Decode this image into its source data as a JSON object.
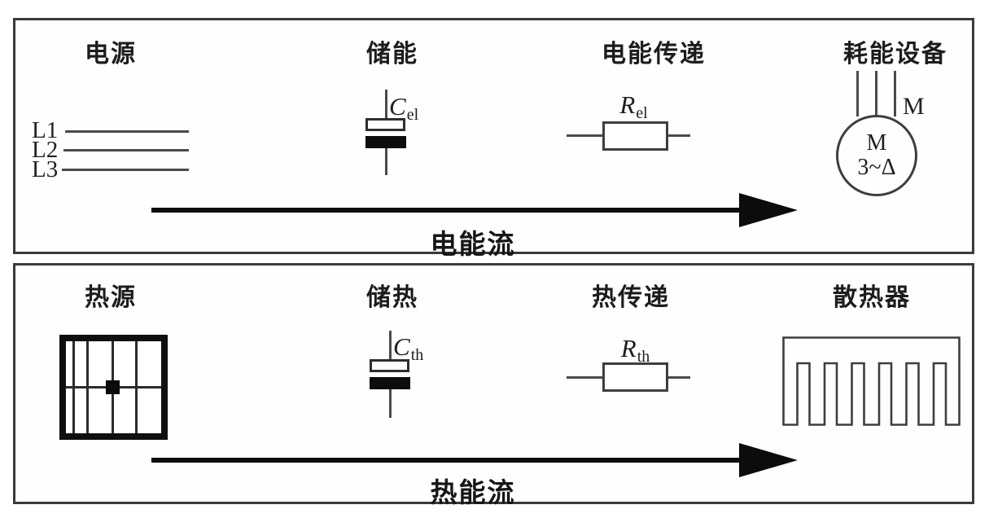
{
  "figure": {
    "panels": [
      {
        "headers": {
          "source": "电源",
          "storage": "储能",
          "transfer": "电能传递",
          "load": "耗能设备"
        },
        "phase_lines": [
          "L1",
          "L2",
          "L3"
        ],
        "capacitor": {
          "symbol": "C",
          "sub": "el"
        },
        "resistor": {
          "symbol": "R",
          "sub": "el"
        },
        "motor": {
          "terminal_label": "M",
          "inner_top": "M",
          "inner_bottom": "3~Δ"
        },
        "flow_label": "电能流"
      },
      {
        "headers": {
          "source": "热源",
          "storage": "储热",
          "transfer": "热传递",
          "load": "散热器"
        },
        "capacitor": {
          "symbol": "C",
          "sub": "th"
        },
        "resistor": {
          "symbol": "R",
          "sub": "th"
        },
        "flow_label": "热能流"
      }
    ],
    "colors": {
      "panel_border": "#3a3a3a",
      "thin_stroke": "#4a4a4a",
      "heavy_fill": "#0d0d0d",
      "background": "#ffffff"
    }
  }
}
